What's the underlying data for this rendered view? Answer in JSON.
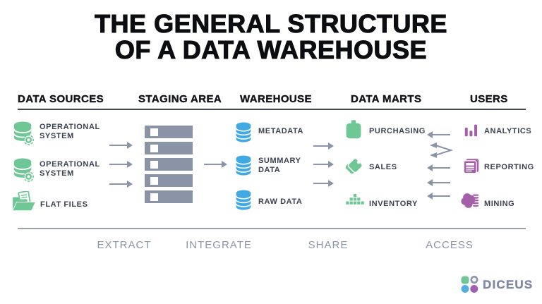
{
  "title": {
    "line1": "THE GENERAL STRUCTURE",
    "line2": "OF A DATA WAREHOUSE"
  },
  "columns": {
    "data_sources": {
      "header": "DATA SOURCES",
      "items": [
        {
          "icon": "database-gear-icon",
          "label": "OPERATIONAL SYSTEM"
        },
        {
          "icon": "database-gear-icon",
          "label": "OPERATIONAL SYSTEM"
        },
        {
          "icon": "flat-files-icon",
          "label": "FLAT FILES"
        }
      ]
    },
    "staging_area": {
      "header": "STAGING AREA",
      "server_count": 5
    },
    "warehouse": {
      "header": "WAREHOUSE",
      "items": [
        {
          "icon": "database-icon",
          "label": "METADATA"
        },
        {
          "icon": "database-icon",
          "label": "SUMMARY DATA"
        },
        {
          "icon": "database-icon",
          "label": "RAW DATA"
        }
      ]
    },
    "data_marts": {
      "header": "DATA MARTS",
      "items": [
        {
          "icon": "purchasing-bag-icon",
          "label": "PURCHASING"
        },
        {
          "icon": "sales-tag-icon",
          "label": "SALES"
        },
        {
          "icon": "inventory-boxes-icon",
          "label": "INVENTORY"
        }
      ]
    },
    "users": {
      "header": "USERS",
      "items": [
        {
          "icon": "analytics-bars-icon",
          "label": "ANALYTICS"
        },
        {
          "icon": "reporting-document-icon",
          "label": "REPORTING"
        },
        {
          "icon": "mining-brain-icon",
          "label": "MINING"
        }
      ]
    }
  },
  "process_labels": {
    "extract": "EXTRACT",
    "integrate": "INTEGRATE",
    "share": "SHARE",
    "access": "ACCESS"
  },
  "logo": {
    "text": "DICEUS"
  },
  "colors": {
    "green": "#6ec795",
    "blue": "#41a9e2",
    "purple": "#a55fa9",
    "gray": "#8b93a7"
  }
}
